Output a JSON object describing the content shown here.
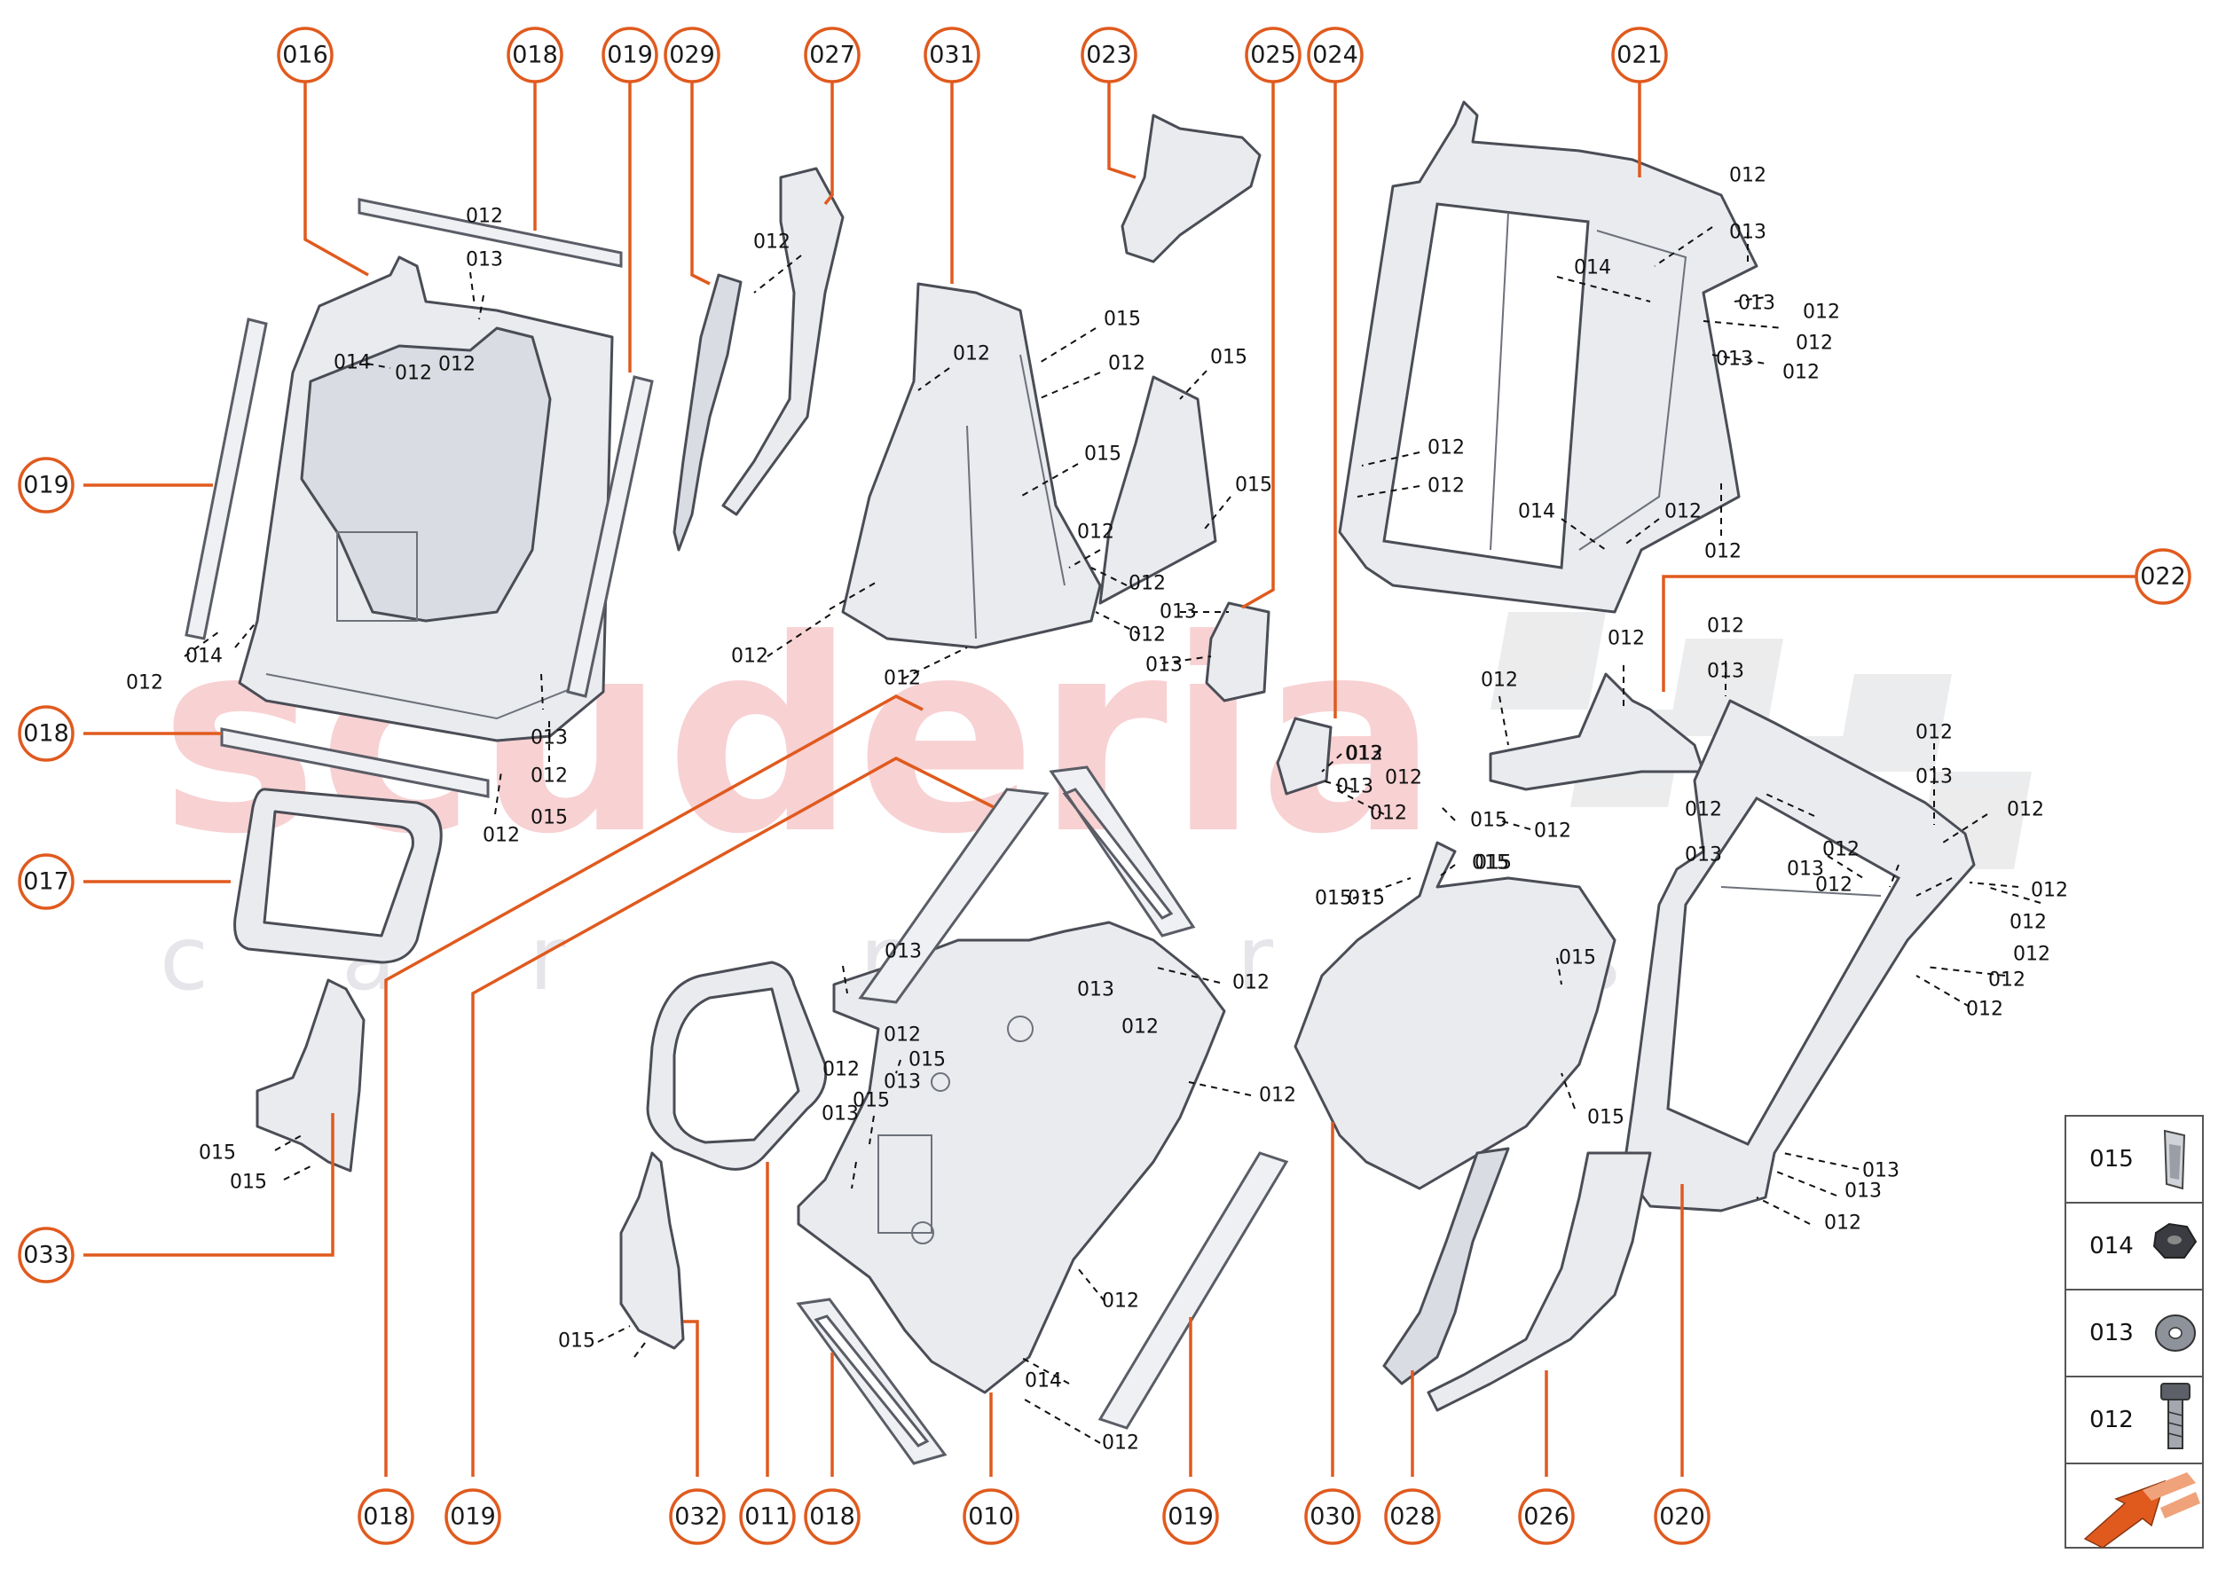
{
  "watermark": {
    "brand": "scuderia",
    "sub": "car parts"
  },
  "callouts": [
    {
      "label": "016"
    },
    {
      "label": "018"
    },
    {
      "label": "019"
    },
    {
      "label": "029"
    },
    {
      "label": "027"
    },
    {
      "label": "031"
    },
    {
      "label": "023"
    },
    {
      "label": "025"
    },
    {
      "label": "024"
    },
    {
      "label": "021"
    },
    {
      "label": "019"
    },
    {
      "label": "018"
    },
    {
      "label": "017"
    },
    {
      "label": "033"
    },
    {
      "label": "022"
    },
    {
      "label": "018"
    },
    {
      "label": "019"
    },
    {
      "label": "032"
    },
    {
      "label": "011"
    },
    {
      "label": "018"
    },
    {
      "label": "010"
    },
    {
      "label": "019"
    },
    {
      "label": "030"
    },
    {
      "label": "028"
    },
    {
      "label": "026"
    },
    {
      "label": "020"
    }
  ],
  "fasteners": [
    "012",
    "013",
    "014",
    "012",
    "012",
    "014",
    "012",
    "012",
    "012",
    "013",
    "013",
    "012",
    "015",
    "012",
    "012",
    "015",
    "012",
    "015",
    "015",
    "012",
    "015",
    "012",
    "012",
    "013",
    "012",
    "013",
    "012",
    "012",
    "013",
    "014",
    "013",
    "012",
    "012",
    "013",
    "012",
    "012",
    "012",
    "014",
    "012",
    "012",
    "012",
    "012",
    "013",
    "012",
    "012",
    "013",
    "013",
    "012",
    "012",
    "015",
    "012",
    "015",
    "015",
    "012",
    "013",
    "012",
    "013",
    "013",
    "012",
    "012",
    "012",
    "012",
    "012",
    "012",
    "012",
    "012",
    "015",
    "015",
    "015",
    "015",
    "012",
    "013",
    "015",
    "012",
    "015",
    "013",
    "012",
    "012",
    "014",
    "012",
    "015",
    "015",
    "013",
    "013",
    "013",
    "012",
    "012",
    "015"
  ],
  "legend": [
    {
      "code": "015",
      "icon": "clip-nut-icon"
    },
    {
      "code": "014",
      "icon": "hex-nut-icon"
    },
    {
      "code": "013",
      "icon": "washer-icon"
    },
    {
      "code": "012",
      "icon": "bolt-icon"
    }
  ],
  "colors": {
    "accent": "#e05a1e",
    "line": "#111111",
    "part": "#e9ebef",
    "watermark": "#f7c9cc"
  }
}
